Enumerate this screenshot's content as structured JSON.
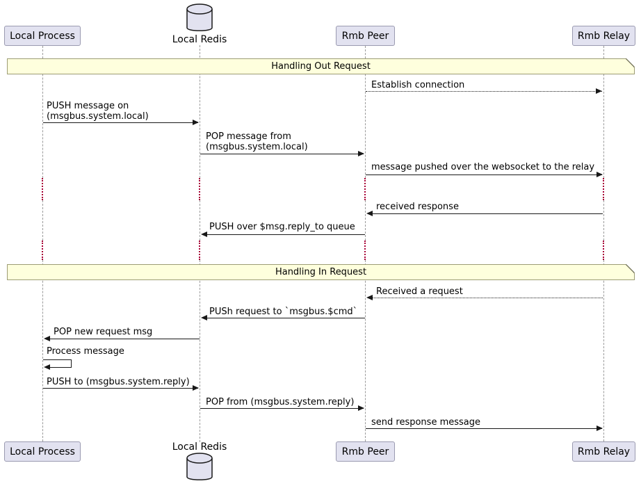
{
  "diagram": {
    "type": "sequence-diagram",
    "participants": [
      {
        "label": "Local Process",
        "kind": "participant"
      },
      {
        "label": "Local Redis",
        "kind": "database"
      },
      {
        "label": "Rmb Peer",
        "kind": "participant"
      },
      {
        "label": "Rmb Relay",
        "kind": "participant"
      }
    ],
    "dividers": [
      {
        "label": "Handling Out Request"
      },
      {
        "label": "Handling In Request"
      }
    ],
    "messages": [
      {
        "from": "Rmb Peer",
        "to": "Rmb Relay",
        "style": "dotted",
        "text": "Establish connection"
      },
      {
        "from": "Local Process",
        "to": "Local Redis",
        "style": "solid",
        "text": "PUSH message on\n(msgbus.system.local)"
      },
      {
        "from": "Local Redis",
        "to": "Rmb Peer",
        "style": "solid",
        "text": "POP message from\n(msgbus.system.local)"
      },
      {
        "from": "Rmb Peer",
        "to": "Rmb Relay",
        "style": "solid",
        "text": "message pushed over the websocket to the relay"
      },
      {
        "from": "Rmb Relay",
        "to": "Rmb Peer",
        "style": "solid",
        "text": "received response"
      },
      {
        "from": "Rmb Peer",
        "to": "Local Redis",
        "style": "solid",
        "text": "PUSH over $msg.reply_to queue"
      },
      {
        "from": "Rmb Relay",
        "to": "Rmb Peer",
        "style": "dotted",
        "text": "Received a request"
      },
      {
        "from": "Rmb Peer",
        "to": "Local Redis",
        "style": "solid",
        "text": "PUSh request to `msgbus.$cmd`"
      },
      {
        "from": "Local Redis",
        "to": "Local Process",
        "style": "solid",
        "text": "POP new request msg"
      },
      {
        "from": "Local Process",
        "to": "Local Process",
        "style": "solid",
        "text": "Process message"
      },
      {
        "from": "Local Process",
        "to": "Local Redis",
        "style": "solid",
        "text": "PUSH to (msgbus.system.reply)"
      },
      {
        "from": "Local Redis",
        "to": "Rmb Peer",
        "style": "solid",
        "text": "POP from (msgbus.system.reply)"
      },
      {
        "from": "Rmb Peer",
        "to": "Rmb Relay",
        "style": "solid",
        "text": "send response message"
      }
    ],
    "colors": {
      "participant_fill": "#E2E2F0",
      "participant_border": "#9A9AB0",
      "note_fill": "#FEFFDD",
      "note_border": "#9C9C74",
      "lifeline": "#9A9A9A",
      "delay": "#A80036",
      "message_line": "#181818"
    }
  }
}
